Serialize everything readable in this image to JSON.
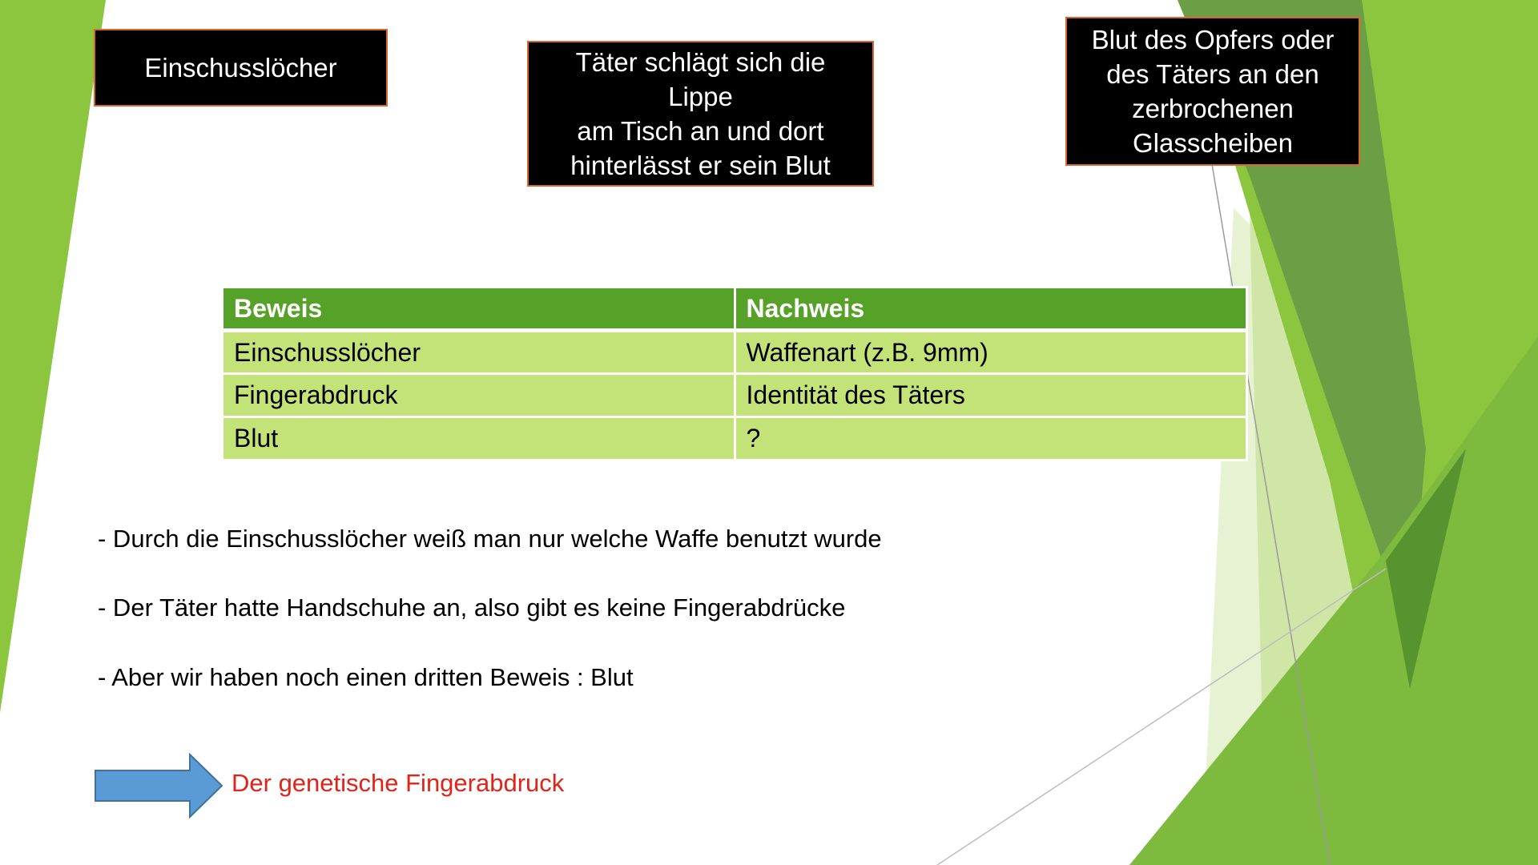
{
  "boxes": {
    "shots": "Einschusslöcher",
    "lip": [
      "Täter schlägt sich die Lippe",
      "am Tisch an und dort",
      "hinterlässt er sein Blut"
    ],
    "glass": [
      "Blut des Opfers oder",
      "des Täters an den",
      "zerbrochenen",
      "Glasscheiben"
    ]
  },
  "table": {
    "headers": [
      "Beweis",
      "Nachweis"
    ],
    "rows": [
      [
        "Einschusslöcher",
        "Waffenart (z.B. 9mm)"
      ],
      [
        "Fingerabdruck",
        "Identität des Täters"
      ],
      [
        "Blut",
        "?"
      ]
    ]
  },
  "bullets": [
    "- Durch die Einschusslöcher weiß man nur welche Waffe benutzt wurde",
    "- Der Täter hatte Handschuhe an, also gibt es keine Fingerabdrücke",
    "- Aber wir haben noch einen dritten Beweis : Blut"
  ],
  "conclusion": "Der genetische Fingerabdruck",
  "colors": {
    "accent_green": "#56a128",
    "table_row": "#c3e378",
    "box_border": "#d9692b",
    "arrow_blue": "#5b9bd5",
    "conclusion_red": "#e2231a"
  }
}
